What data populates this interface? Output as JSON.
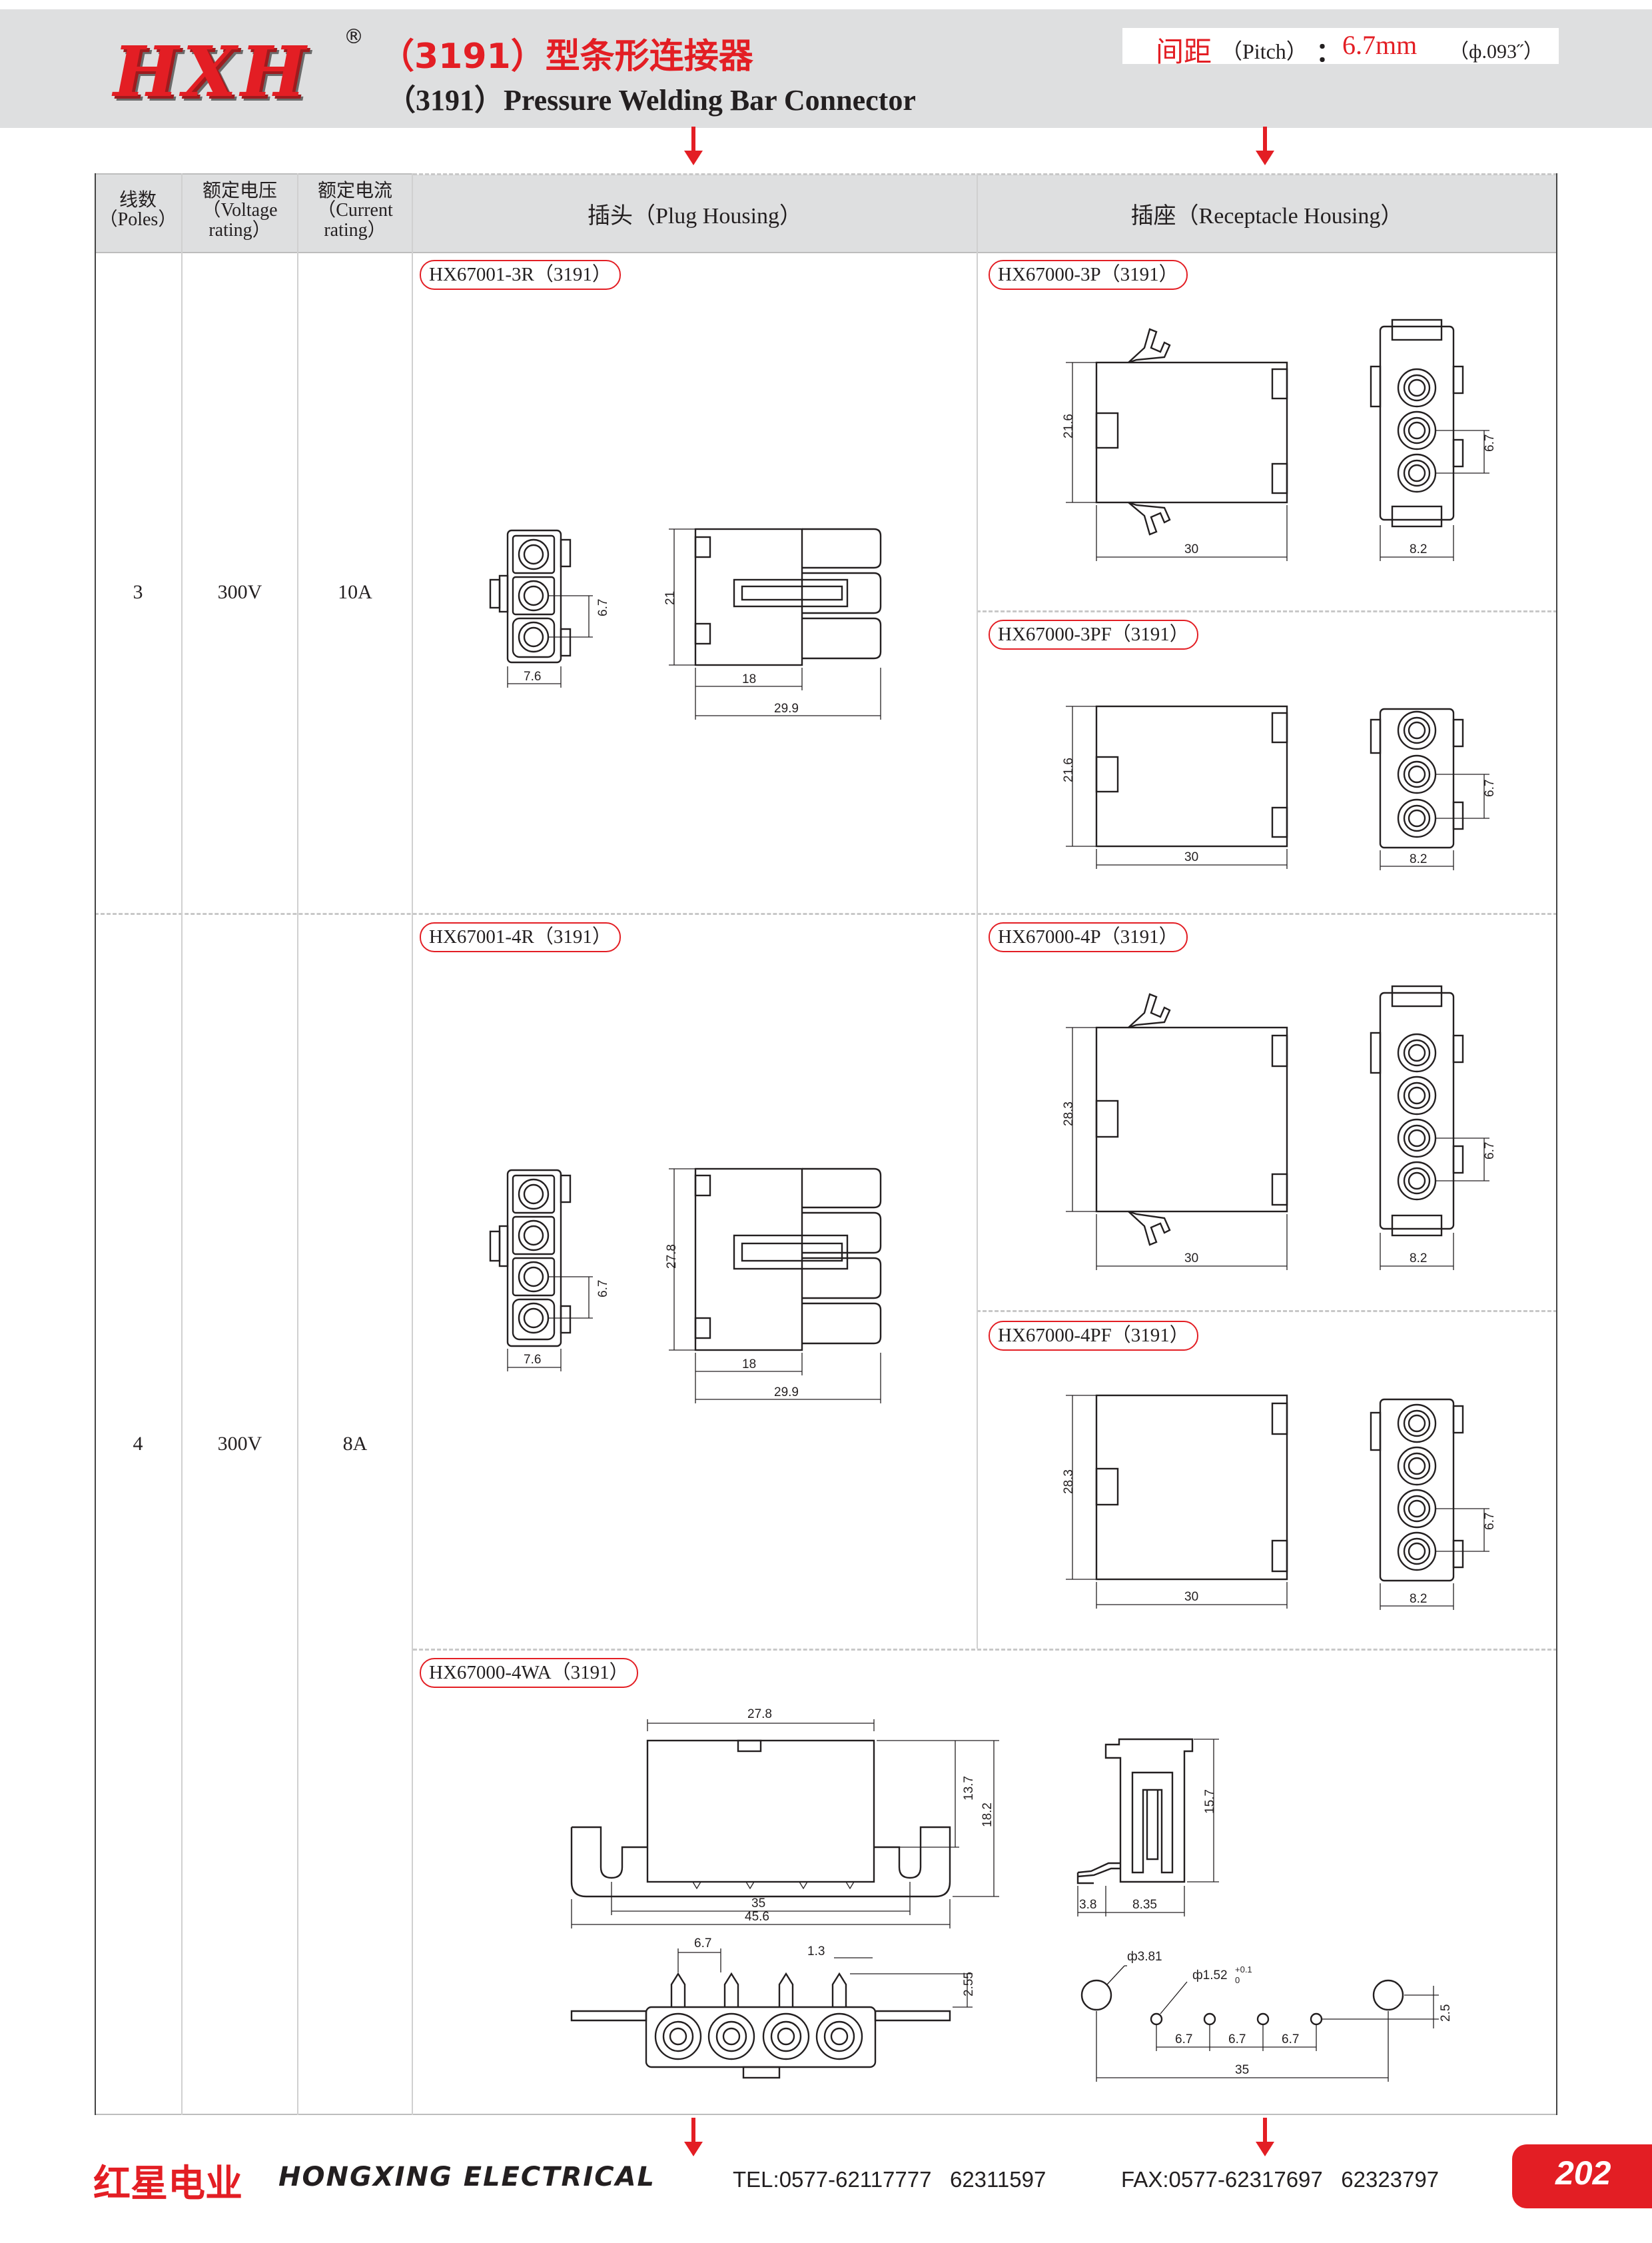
{
  "header": {
    "logo": "HXH",
    "registered": "®",
    "title_cn": "（3191）型条形连接器",
    "title_en": "（3191）Pressure Welding Bar Connector",
    "pitch_cn": "间距",
    "pitch_en": "（Pitch）",
    "pitch_colon": "：",
    "pitch_value": "6.7mm",
    "pitch_inch": "（ф.093˝）"
  },
  "table": {
    "headers": {
      "poles_cn": "线数",
      "poles_en": "（Poles）",
      "voltage_cn": "额定电压",
      "voltage_en1": "（Voltage",
      "voltage_en2": "rating）",
      "current_cn": "额定电流",
      "current_en1": "（Current",
      "current_en2": "rating）",
      "plug": "插头（Plug Housing）",
      "receptacle": "插座（Receptacle Housing）"
    },
    "rows": [
      {
        "poles": "3",
        "voltage": "300V",
        "current": "10A"
      },
      {
        "poles": "4",
        "voltage": "300V",
        "current": "8A"
      }
    ],
    "parts": {
      "p3r": "HX67001-3R（3191）",
      "p3p": "HX67000-3P（3191）",
      "p3pf": "HX67000-3PF（3191）",
      "p4r": "HX67001-4R（3191）",
      "p4p": "HX67000-4P（3191）",
      "p4pf": "HX67000-4PF（3191）",
      "p4wa": "HX67000-4WA（3191）"
    }
  },
  "dims": {
    "d3r": {
      "w": "7.6",
      "pitch": "6.7",
      "h": "21",
      "a": "18",
      "b": "29.9"
    },
    "d3p": {
      "h": "21.6",
      "w": "30",
      "pitch": "6.7",
      "side": "8.2"
    },
    "d3pf": {
      "h": "21.6",
      "w": "30",
      "pitch": "6.7",
      "side": "8.2"
    },
    "d4r": {
      "w": "7.6",
      "pitch": "6.7",
      "h": "27.8",
      "a": "18",
      "b": "29.9"
    },
    "d4p": {
      "h": "28.3",
      "w": "30",
      "pitch": "6.7",
      "side": "8.2"
    },
    "d4pf": {
      "h": "28.3",
      "w": "30",
      "pitch": "6.7",
      "side": "8.2"
    },
    "d4wa": {
      "top": "27.8",
      "h1": "13.7",
      "h2": "18.2",
      "w1": "35",
      "w2": "45.6",
      "side_h": "15.7",
      "side_a": "3.8",
      "side_b": "8.35",
      "pitch": "6.7",
      "pin": "1.3",
      "pin_h": "2.55",
      "hole_big": "ф3.81",
      "hole_small": "ф1.52",
      "tol_up": "+0.1",
      "tol_dn": "0",
      "p1": "6.7",
      "p2": "6.7",
      "p3": "6.7",
      "total": "35",
      "offset": "2.5"
    }
  },
  "footer": {
    "company_cn": "红星电业",
    "company_en": "HONGXING ELECTRICAL",
    "tel": "TEL:0577-62117777   62311597",
    "fax": "FAX:0577-62317697   62323797",
    "page": "202"
  },
  "colors": {
    "accent": "#e31e24",
    "header_bg": "#dedfe0",
    "ink": "#231f20"
  }
}
